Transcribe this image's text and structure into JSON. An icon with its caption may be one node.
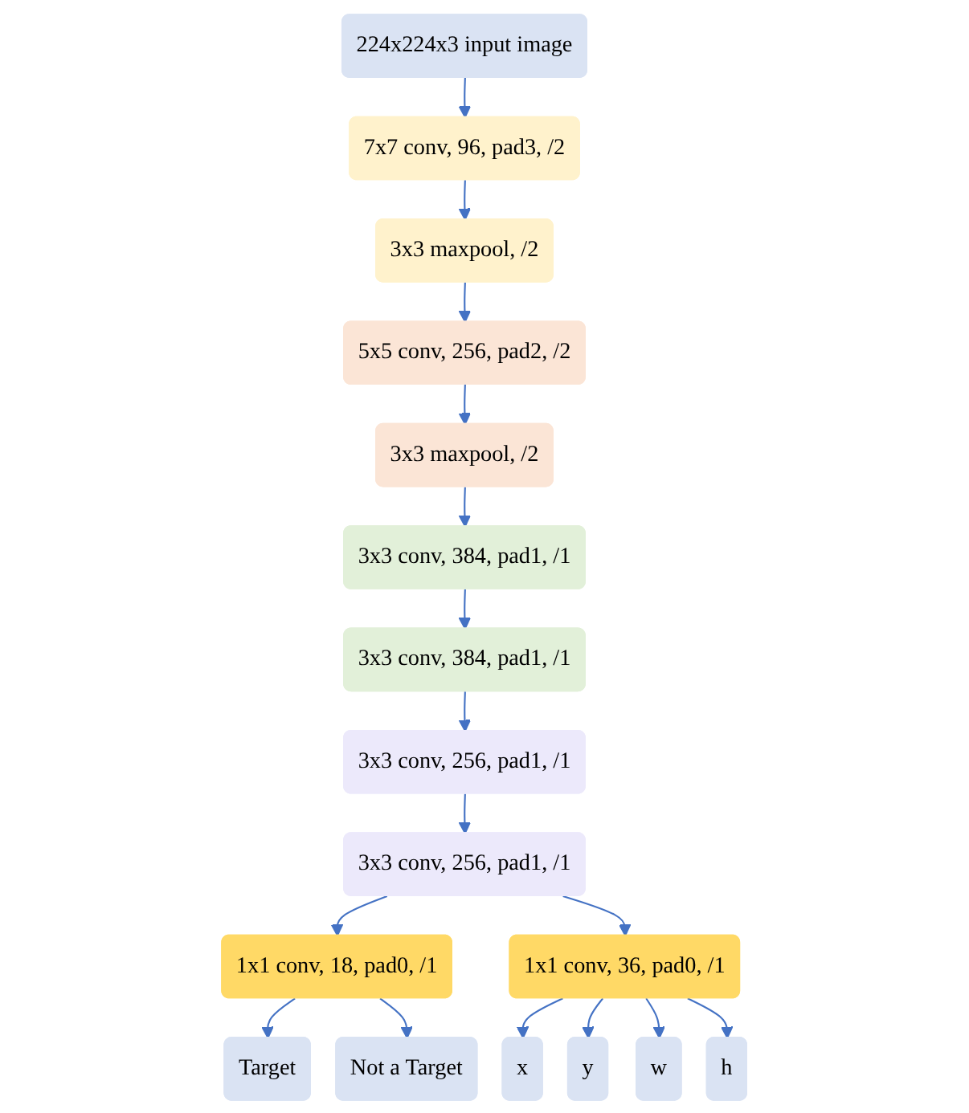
{
  "diagram": {
    "nodes": [
      {
        "text": [
          "224x224x3 input image"
        ]
      },
      {
        "text": [
          "7x7 conv, 96, pad3, /2"
        ]
      },
      {
        "text": [
          "3x3 maxpool, /2"
        ]
      },
      {
        "text": [
          "5x5 conv, 256, pad2, /2"
        ]
      },
      {
        "text": [
          "3x3 maxpool, /2"
        ]
      },
      {
        "text": [
          "3x3 conv, 384, pad1, /1"
        ]
      },
      {
        "text": [
          "3x3 conv, 384, pad1, /1"
        ]
      },
      {
        "text": [
          "3x3 conv, 256, pad1, /1"
        ]
      },
      {
        "text": [
          "3x3 conv, 256, pad1, /1"
        ]
      },
      {
        "text": [
          "1x1 conv, 18, pad0, /1"
        ]
      },
      {
        "text": [
          "1x1 conv, 36, pad0, /1"
        ]
      },
      {
        "text": [
          "Target"
        ]
      },
      {
        "text": [
          "Not a Target"
        ]
      },
      {
        "text": [
          "x"
        ]
      },
      {
        "text": [
          "y"
        ]
      },
      {
        "text": [
          "w"
        ]
      },
      {
        "text": [
          "h"
        ]
      }
    ],
    "edges": [
      {
        "from": 0,
        "to": 1,
        "arrow": "to"
      },
      {
        "from": 1,
        "to": 2,
        "arrow": "to"
      },
      {
        "from": 2,
        "to": 3,
        "arrow": "to"
      },
      {
        "from": 3,
        "to": 4,
        "arrow": "to"
      },
      {
        "from": 4,
        "to": 5,
        "arrow": "to"
      },
      {
        "from": 5,
        "to": 6,
        "arrow": "to"
      },
      {
        "from": 6,
        "to": 7,
        "arrow": "to"
      },
      {
        "from": 7,
        "to": 8,
        "arrow": "to"
      },
      {
        "from": 8,
        "to": 9,
        "arrow": "to"
      },
      {
        "from": 8,
        "to": 10,
        "arrow": "to"
      },
      {
        "from": 9,
        "to": 11,
        "arrow": "to"
      },
      {
        "from": 9,
        "to": 12,
        "arrow": "to"
      },
      {
        "from": 10,
        "to": 13,
        "arrow": "to"
      },
      {
        "from": 10,
        "to": 14,
        "arrow": "to"
      },
      {
        "from": 10,
        "to": 15,
        "arrow": "to"
      },
      {
        "from": 10,
        "to": 16,
        "arrow": "to"
      }
    ]
  }
}
